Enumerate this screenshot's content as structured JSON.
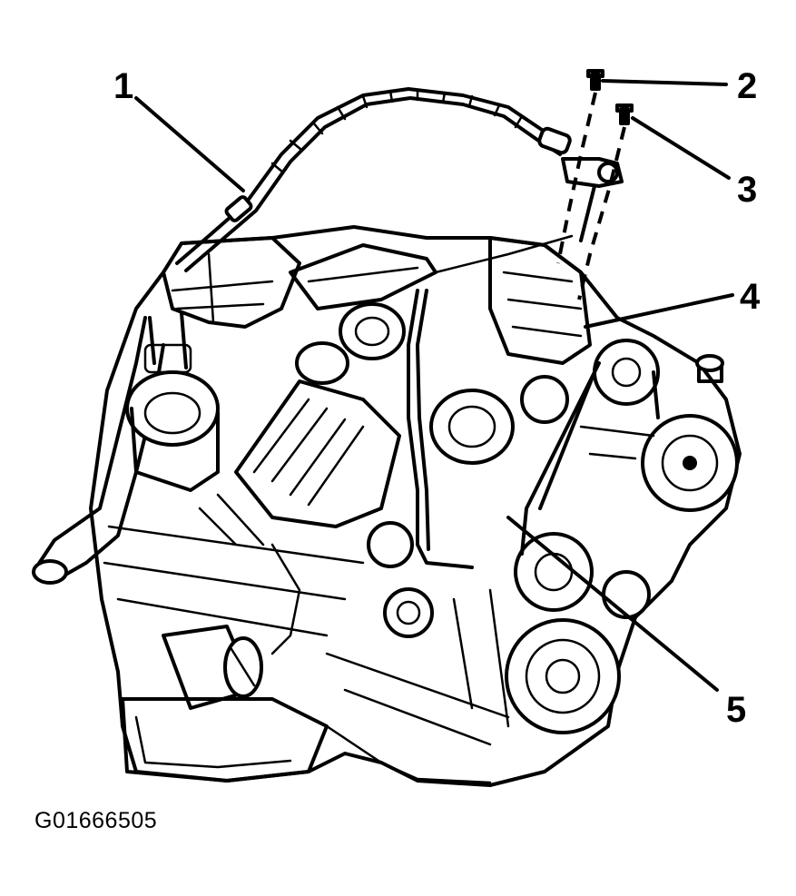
{
  "figure": {
    "id_label": "G01666505",
    "callouts": [
      {
        "number": "1"
      },
      {
        "number": "2"
      },
      {
        "number": "3"
      },
      {
        "number": "4"
      },
      {
        "number": "5"
      }
    ],
    "line_color": "#000000",
    "background": "#ffffff"
  }
}
